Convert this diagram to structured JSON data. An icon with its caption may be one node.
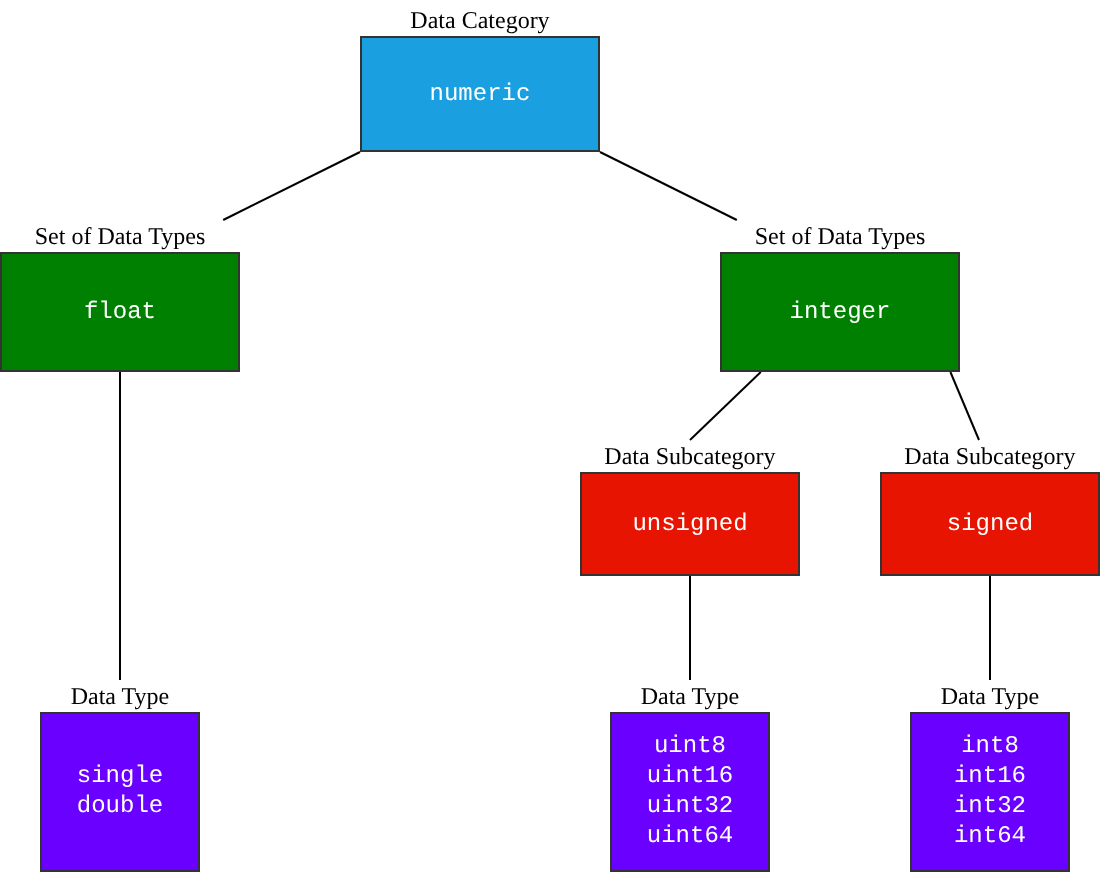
{
  "diagram": {
    "nodes": [
      {
        "text": [
          "Data Category",
          "numeric"
        ]
      },
      {
        "text": [
          "Set of Data Types",
          "float"
        ]
      },
      {
        "text": [
          "Set of Data Types",
          "integer"
        ]
      },
      {
        "text": [
          "Data Subcategory",
          "unsigned"
        ]
      },
      {
        "text": [
          "Data Subcategory",
          "signed"
        ]
      },
      {
        "text": [
          "Data Type",
          "single",
          "double"
        ]
      },
      {
        "text": [
          "Data Type",
          "uint8",
          "uint16",
          "uint32",
          "uint64"
        ]
      },
      {
        "text": [
          "Data Type",
          "int8",
          "int16",
          "int32",
          "int64"
        ]
      }
    ],
    "edges": [
      {
        "from": 0,
        "to": 1,
        "arrow": "none"
      },
      {
        "from": 0,
        "to": 2,
        "arrow": "none"
      },
      {
        "from": 1,
        "to": 5,
        "arrow": "none"
      },
      {
        "from": 2,
        "to": 3,
        "arrow": "none"
      },
      {
        "from": 2,
        "to": 4,
        "arrow": "none"
      },
      {
        "from": 3,
        "to": 6,
        "arrow": "none"
      },
      {
        "from": 4,
        "to": 7,
        "arrow": "none"
      }
    ]
  }
}
